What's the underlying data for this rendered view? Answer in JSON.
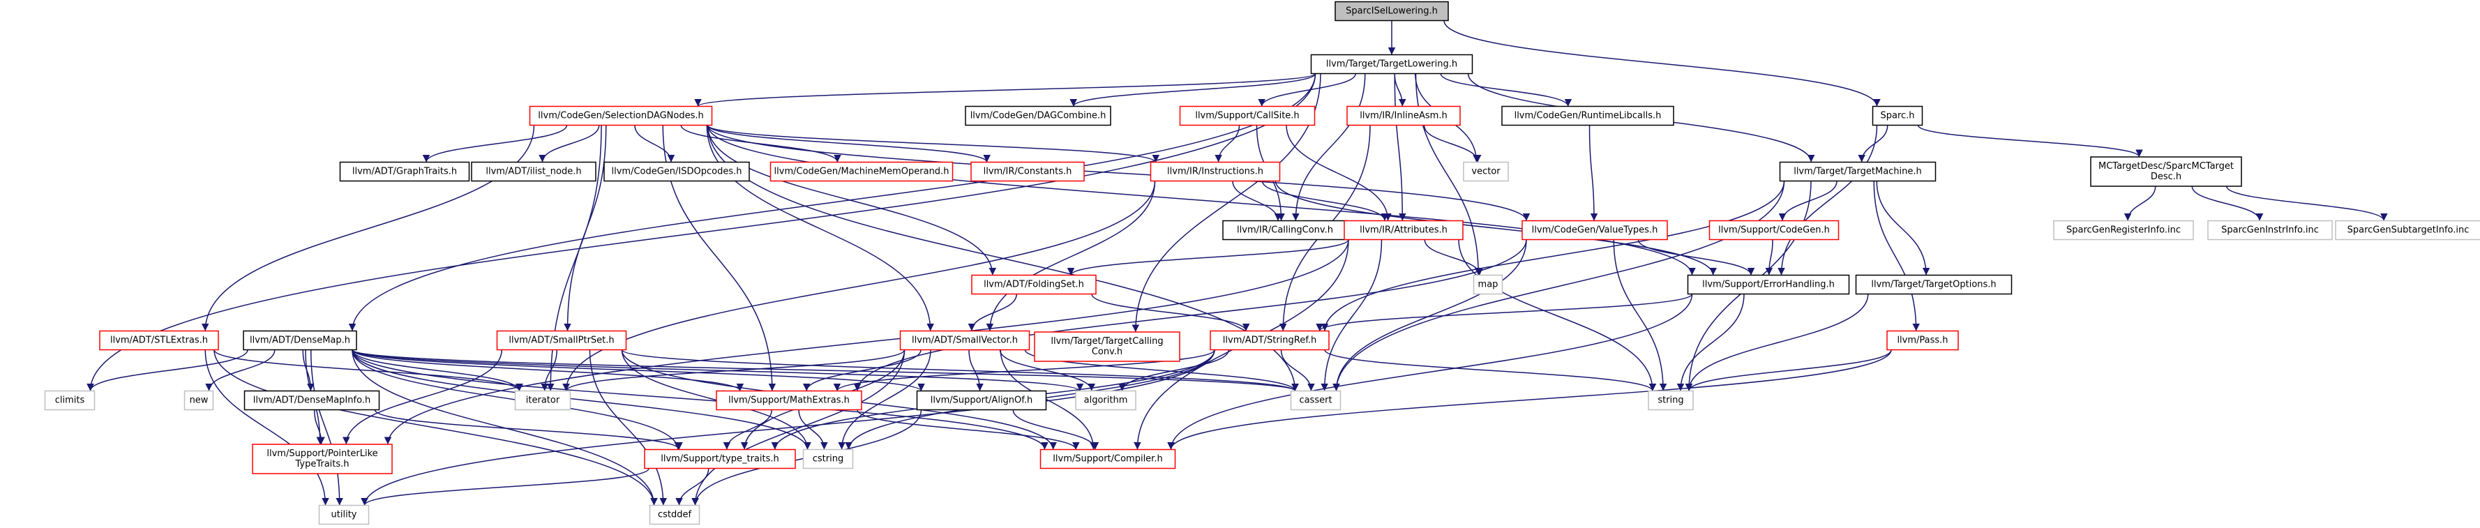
{
  "graph": {
    "nodes": [
      {
        "id": "root",
        "lines": [
          "SparcISelLowering.h"
        ],
        "kind": "root"
      },
      {
        "id": "tl",
        "lines": [
          "llvm/Target/TargetLowering.h"
        ],
        "kind": "normal"
      },
      {
        "id": "sparc",
        "lines": [
          "Sparc.h"
        ],
        "kind": "normal"
      },
      {
        "id": "sdn",
        "lines": [
          "llvm/CodeGen/SelectionDAGNodes.h"
        ],
        "kind": "red"
      },
      {
        "id": "dagc",
        "lines": [
          "llvm/CodeGen/DAGCombine.h"
        ],
        "kind": "normal"
      },
      {
        "id": "callsite",
        "lines": [
          "llvm/Support/CallSite.h"
        ],
        "kind": "red"
      },
      {
        "id": "inlineasm",
        "lines": [
          "llvm/IR/InlineAsm.h"
        ],
        "kind": "red"
      },
      {
        "id": "rtlib",
        "lines": [
          "llvm/CodeGen/RuntimeLibcalls.h"
        ],
        "kind": "normal"
      },
      {
        "id": "tm",
        "lines": [
          "llvm/Target/TargetMachine.h"
        ],
        "kind": "normal"
      },
      {
        "id": "mctd",
        "lines": [
          "MCTargetDesc/SparcMCTarget",
          "Desc.h"
        ],
        "kind": "normal"
      },
      {
        "id": "graphtraits",
        "lines": [
          "llvm/ADT/GraphTraits.h"
        ],
        "kind": "normal"
      },
      {
        "id": "ilist",
        "lines": [
          "llvm/ADT/ilist_node.h"
        ],
        "kind": "normal"
      },
      {
        "id": "isdop",
        "lines": [
          "llvm/CodeGen/ISDOpcodes.h"
        ],
        "kind": "normal"
      },
      {
        "id": "mmo",
        "lines": [
          "llvm/CodeGen/MachineMemOperand.h"
        ],
        "kind": "red"
      },
      {
        "id": "constants",
        "lines": [
          "llvm/IR/Constants.h"
        ],
        "kind": "red"
      },
      {
        "id": "instructions",
        "lines": [
          "llvm/IR/Instructions.h"
        ],
        "kind": "red"
      },
      {
        "id": "vector",
        "lines": [
          "vector"
        ],
        "kind": "gray"
      },
      {
        "id": "callingconv",
        "lines": [
          "llvm/IR/CallingConv.h"
        ],
        "kind": "normal"
      },
      {
        "id": "attributes",
        "lines": [
          "llvm/IR/Attributes.h"
        ],
        "kind": "red"
      },
      {
        "id": "valuetypes",
        "lines": [
          "llvm/CodeGen/ValueTypes.h"
        ],
        "kind": "red"
      },
      {
        "id": "supcodegen",
        "lines": [
          "llvm/Support/CodeGen.h"
        ],
        "kind": "red"
      },
      {
        "id": "regi",
        "lines": [
          "SparcGenRegisterInfo.inc"
        ],
        "kind": "gray"
      },
      {
        "id": "instri",
        "lines": [
          "SparcGenInstrInfo.inc"
        ],
        "kind": "gray"
      },
      {
        "id": "subti",
        "lines": [
          "SparcGenSubtargetInfo.inc"
        ],
        "kind": "gray"
      },
      {
        "id": "map",
        "lines": [
          "map"
        ],
        "kind": "gray"
      },
      {
        "id": "foldingset",
        "lines": [
          "llvm/ADT/FoldingSet.h"
        ],
        "kind": "red"
      },
      {
        "id": "errhandling",
        "lines": [
          "llvm/Support/ErrorHandling.h"
        ],
        "kind": "normal"
      },
      {
        "id": "targetopts",
        "lines": [
          "llvm/Target/TargetOptions.h"
        ],
        "kind": "normal"
      },
      {
        "id": "stlextras",
        "lines": [
          "llvm/ADT/STLExtras.h"
        ],
        "kind": "red"
      },
      {
        "id": "densemap",
        "lines": [
          "llvm/ADT/DenseMap.h"
        ],
        "kind": "normal"
      },
      {
        "id": "smallptrset",
        "lines": [
          "llvm/ADT/SmallPtrSet.h"
        ],
        "kind": "red"
      },
      {
        "id": "smallvector",
        "lines": [
          "llvm/ADT/SmallVector.h"
        ],
        "kind": "red"
      },
      {
        "id": "ttcc",
        "lines": [
          "llvm/Target/TargetCalling",
          "Conv.h"
        ],
        "kind": "red"
      },
      {
        "id": "stringref",
        "lines": [
          "llvm/ADT/StringRef.h"
        ],
        "kind": "red"
      },
      {
        "id": "pass",
        "lines": [
          "llvm/Pass.h"
        ],
        "kind": "red"
      },
      {
        "id": "climits",
        "lines": [
          "climits"
        ],
        "kind": "gray"
      },
      {
        "id": "new",
        "lines": [
          "new"
        ],
        "kind": "gray"
      },
      {
        "id": "dmi",
        "lines": [
          "llvm/ADT/DenseMapInfo.h"
        ],
        "kind": "normal"
      },
      {
        "id": "iterator",
        "lines": [
          "iterator"
        ],
        "kind": "gray"
      },
      {
        "id": "mathextras",
        "lines": [
          "llvm/Support/MathExtras.h"
        ],
        "kind": "red"
      },
      {
        "id": "alignof",
        "lines": [
          "llvm/Support/AlignOf.h"
        ],
        "kind": "normal"
      },
      {
        "id": "algorithm",
        "lines": [
          "algorithm"
        ],
        "kind": "gray"
      },
      {
        "id": "cassert",
        "lines": [
          "cassert"
        ],
        "kind": "gray"
      },
      {
        "id": "string",
        "lines": [
          "string"
        ],
        "kind": "gray"
      },
      {
        "id": "ptrlike",
        "lines": [
          "llvm/Support/PointerLike",
          "TypeTraits.h"
        ],
        "kind": "red"
      },
      {
        "id": "typetraits",
        "lines": [
          "llvm/Support/type_traits.h"
        ],
        "kind": "red"
      },
      {
        "id": "cstring",
        "lines": [
          "cstring"
        ],
        "kind": "gray"
      },
      {
        "id": "compiler",
        "lines": [
          "llvm/Support/Compiler.h"
        ],
        "kind": "red"
      },
      {
        "id": "utility",
        "lines": [
          "utility"
        ],
        "kind": "gray"
      },
      {
        "id": "cstddef",
        "lines": [
          "cstddef"
        ],
        "kind": "gray"
      }
    ],
    "edges": [
      [
        "root",
        "tl"
      ],
      [
        "root",
        "sparc"
      ],
      [
        "tl",
        "sdn"
      ],
      [
        "tl",
        "dagc"
      ],
      [
        "tl",
        "callsite"
      ],
      [
        "tl",
        "inlineasm"
      ],
      [
        "tl",
        "rtlib"
      ],
      [
        "tl",
        "tm"
      ],
      [
        "tl",
        "vector"
      ],
      [
        "tl",
        "callingconv"
      ],
      [
        "tl",
        "attributes"
      ],
      [
        "tl",
        "map"
      ],
      [
        "tl",
        "climits"
      ],
      [
        "tl",
        "densemap"
      ],
      [
        "tl",
        "ttcc"
      ],
      [
        "sparc",
        "tm"
      ],
      [
        "sparc",
        "mctd"
      ],
      [
        "sparc",
        "errhandling"
      ],
      [
        "mctd",
        "regi"
      ],
      [
        "mctd",
        "instri"
      ],
      [
        "mctd",
        "subti"
      ],
      [
        "sdn",
        "graphtraits"
      ],
      [
        "sdn",
        "ilist"
      ],
      [
        "sdn",
        "isdop"
      ],
      [
        "sdn",
        "mmo"
      ],
      [
        "sdn",
        "constants"
      ],
      [
        "sdn",
        "instructions"
      ],
      [
        "sdn",
        "valuetypes"
      ],
      [
        "sdn",
        "foldingset"
      ],
      [
        "sdn",
        "stlextras"
      ],
      [
        "sdn",
        "smallptrset"
      ],
      [
        "sdn",
        "smallvector"
      ],
      [
        "sdn",
        "mathextras"
      ],
      [
        "sdn",
        "cassert"
      ],
      [
        "sdn",
        "iterator"
      ],
      [
        "sdn",
        "errhandling"
      ],
      [
        "callsite",
        "instructions"
      ],
      [
        "callsite",
        "attributes"
      ],
      [
        "callsite",
        "callingconv"
      ],
      [
        "inlineasm",
        "vector"
      ],
      [
        "inlineasm",
        "stringref"
      ],
      [
        "rtlib",
        "valuetypes"
      ],
      [
        "instructions",
        "callingconv"
      ],
      [
        "instructions",
        "attributes"
      ],
      [
        "instructions",
        "smallvector"
      ],
      [
        "instructions",
        "iterator"
      ],
      [
        "instructions",
        "errhandling"
      ],
      [
        "attributes",
        "foldingset"
      ],
      [
        "attributes",
        "map"
      ],
      [
        "attributes",
        "string"
      ],
      [
        "attributes",
        "cassert"
      ],
      [
        "attributes",
        "compiler"
      ],
      [
        "attributes",
        "ptrlike"
      ],
      [
        "tm",
        "supcodegen"
      ],
      [
        "tm",
        "targetopts"
      ],
      [
        "tm",
        "pass"
      ],
      [
        "tm",
        "stringref"
      ],
      [
        "tm",
        "cassert"
      ],
      [
        "tm",
        "string"
      ],
      [
        "supcodegen",
        "errhandling"
      ],
      [
        "valuetypes",
        "errhandling"
      ],
      [
        "valuetypes",
        "mathextras"
      ],
      [
        "valuetypes",
        "cassert"
      ],
      [
        "valuetypes",
        "string"
      ],
      [
        "foldingset",
        "smallvector"
      ],
      [
        "foldingset",
        "stringref"
      ],
      [
        "errhandling",
        "stringref"
      ],
      [
        "errhandling",
        "compiler"
      ],
      [
        "errhandling",
        "string"
      ],
      [
        "targetopts",
        "string"
      ],
      [
        "pass",
        "string"
      ],
      [
        "pass",
        "compiler"
      ],
      [
        "stlextras",
        "utility"
      ],
      [
        "stlextras",
        "cstddef"
      ],
      [
        "stlextras",
        "iterator"
      ],
      [
        "densemap",
        "climits"
      ],
      [
        "densemap",
        "new"
      ],
      [
        "densemap",
        "dmi"
      ],
      [
        "densemap",
        "iterator"
      ],
      [
        "densemap",
        "mathextras"
      ],
      [
        "densemap",
        "alignof"
      ],
      [
        "densemap",
        "typetraits"
      ],
      [
        "densemap",
        "ptrlike"
      ],
      [
        "densemap",
        "utility"
      ],
      [
        "densemap",
        "cstddef"
      ],
      [
        "densemap",
        "cstring"
      ],
      [
        "densemap",
        "algorithm"
      ],
      [
        "densemap",
        "cassert"
      ],
      [
        "densemap",
        "compiler"
      ],
      [
        "smallptrset",
        "iterator"
      ],
      [
        "smallptrset",
        "ptrlike"
      ],
      [
        "smallptrset",
        "cstddef"
      ],
      [
        "smallptrset",
        "cstring"
      ],
      [
        "smallptrset",
        "cassert"
      ],
      [
        "smallptrset",
        "compiler"
      ],
      [
        "smallvector",
        "alignof"
      ],
      [
        "smallvector",
        "mathextras"
      ],
      [
        "smallvector",
        "typetraits"
      ],
      [
        "smallvector",
        "compiler"
      ],
      [
        "smallvector",
        "algorithm"
      ],
      [
        "smallvector",
        "cassert"
      ],
      [
        "smallvector",
        "cstddef"
      ],
      [
        "smallvector",
        "cstring"
      ],
      [
        "smallvector",
        "iterator"
      ],
      [
        "stringref",
        "mathextras"
      ],
      [
        "stringref",
        "typetraits"
      ],
      [
        "stringref",
        "algorithm"
      ],
      [
        "stringref",
        "cassert"
      ],
      [
        "stringref",
        "cstring"
      ],
      [
        "stringref",
        "string"
      ],
      [
        "stringref",
        "utility"
      ],
      [
        "dmi",
        "ptrlike"
      ],
      [
        "dmi",
        "typetraits"
      ],
      [
        "mathextras",
        "typetraits"
      ],
      [
        "mathextras",
        "compiler"
      ],
      [
        "mathextras",
        "cstring"
      ],
      [
        "alignof",
        "compiler"
      ],
      [
        "alignof",
        "cstddef"
      ],
      [
        "typetraits",
        "utility"
      ],
      [
        "typetraits",
        "cstddef"
      ]
    ]
  },
  "colors": {
    "root_fill": "#bfbfbf",
    "node_fill": "#ffffff",
    "normal_border": "#000000",
    "red_border": "#ff0000",
    "gray_border": "#bfbfbf",
    "text": "#000000",
    "edge": "#191970"
  }
}
